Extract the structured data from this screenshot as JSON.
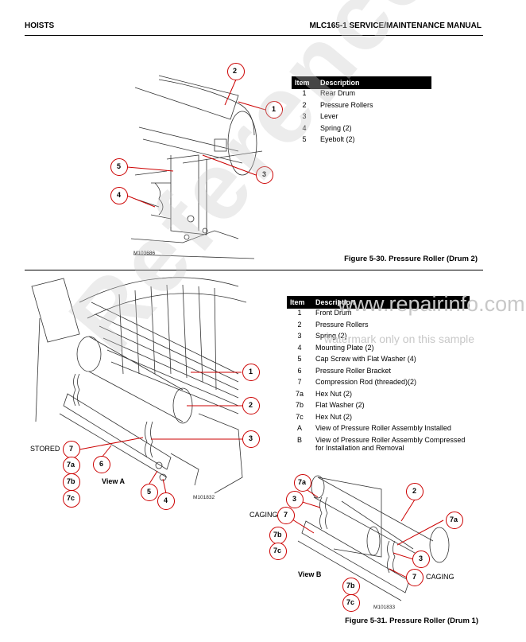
{
  "header": {
    "section": "HOISTS",
    "manual": "MLC165-1 SERVICE/MAINTENANCE MANUAL"
  },
  "figure1": {
    "caption": "Figure 5-30. Pressure Roller (Drum 2)",
    "drawing_number": "M103686",
    "legend_headers": {
      "item": "Item",
      "description": "Description"
    },
    "legend": [
      {
        "item": "1",
        "description": "Rear Drum"
      },
      {
        "item": "2",
        "description": "Pressure Rollers"
      },
      {
        "item": "3",
        "description": "Lever"
      },
      {
        "item": "4",
        "description": "Spring (2)"
      },
      {
        "item": "5",
        "description": "Eyebolt (2)"
      }
    ],
    "callouts": [
      "1",
      "2",
      "3",
      "4",
      "5"
    ]
  },
  "figure2": {
    "caption": "Figure 5-31. Pressure Roller (Drum 1)",
    "drawing_number_a": "M101832",
    "drawing_number_b": "M101833",
    "view_a": "View A",
    "view_b": "View B",
    "stored": "STORED",
    "caging_left": "CAGING",
    "caging_right": "CAGING",
    "legend_headers": {
      "item": "Item",
      "description": "Description"
    },
    "legend": [
      {
        "item": "1",
        "description": "Front Drum"
      },
      {
        "item": "2",
        "description": "Pressure Rollers"
      },
      {
        "item": "3",
        "description": "Spring (2)"
      },
      {
        "item": "4",
        "description": "Mounting Plate (2)"
      },
      {
        "item": "5",
        "description": "Cap Screw with Flat Washer (4)"
      },
      {
        "item": "6",
        "description": "Pressure Roller Bracket"
      },
      {
        "item": "7",
        "description": "Compression Rod (threaded)(2)"
      },
      {
        "item": "7a",
        "description": "Hex Nut (2)"
      },
      {
        "item": "7b",
        "description": "Flat Washer (2)"
      },
      {
        "item": "7c",
        "description": "Hex Nut (2)"
      },
      {
        "item": "A",
        "description": "View of Pressure Roller Assembly Installed"
      },
      {
        "item": "B",
        "description": "View of Pressure Roller Assembly Compressed for Installation and Removal"
      }
    ],
    "callouts_a": [
      "1",
      "2",
      "3",
      "4",
      "5",
      "6",
      "7",
      "7a",
      "7b",
      "7c"
    ],
    "callouts_b": [
      "2",
      "3",
      "7",
      "7a",
      "7b",
      "7c",
      "3",
      "7",
      "7a",
      "7b",
      "7c"
    ]
  },
  "watermark": {
    "big": "Reference Only",
    "site": "www.repairinfo.com",
    "note": "watermark only on this sample"
  }
}
